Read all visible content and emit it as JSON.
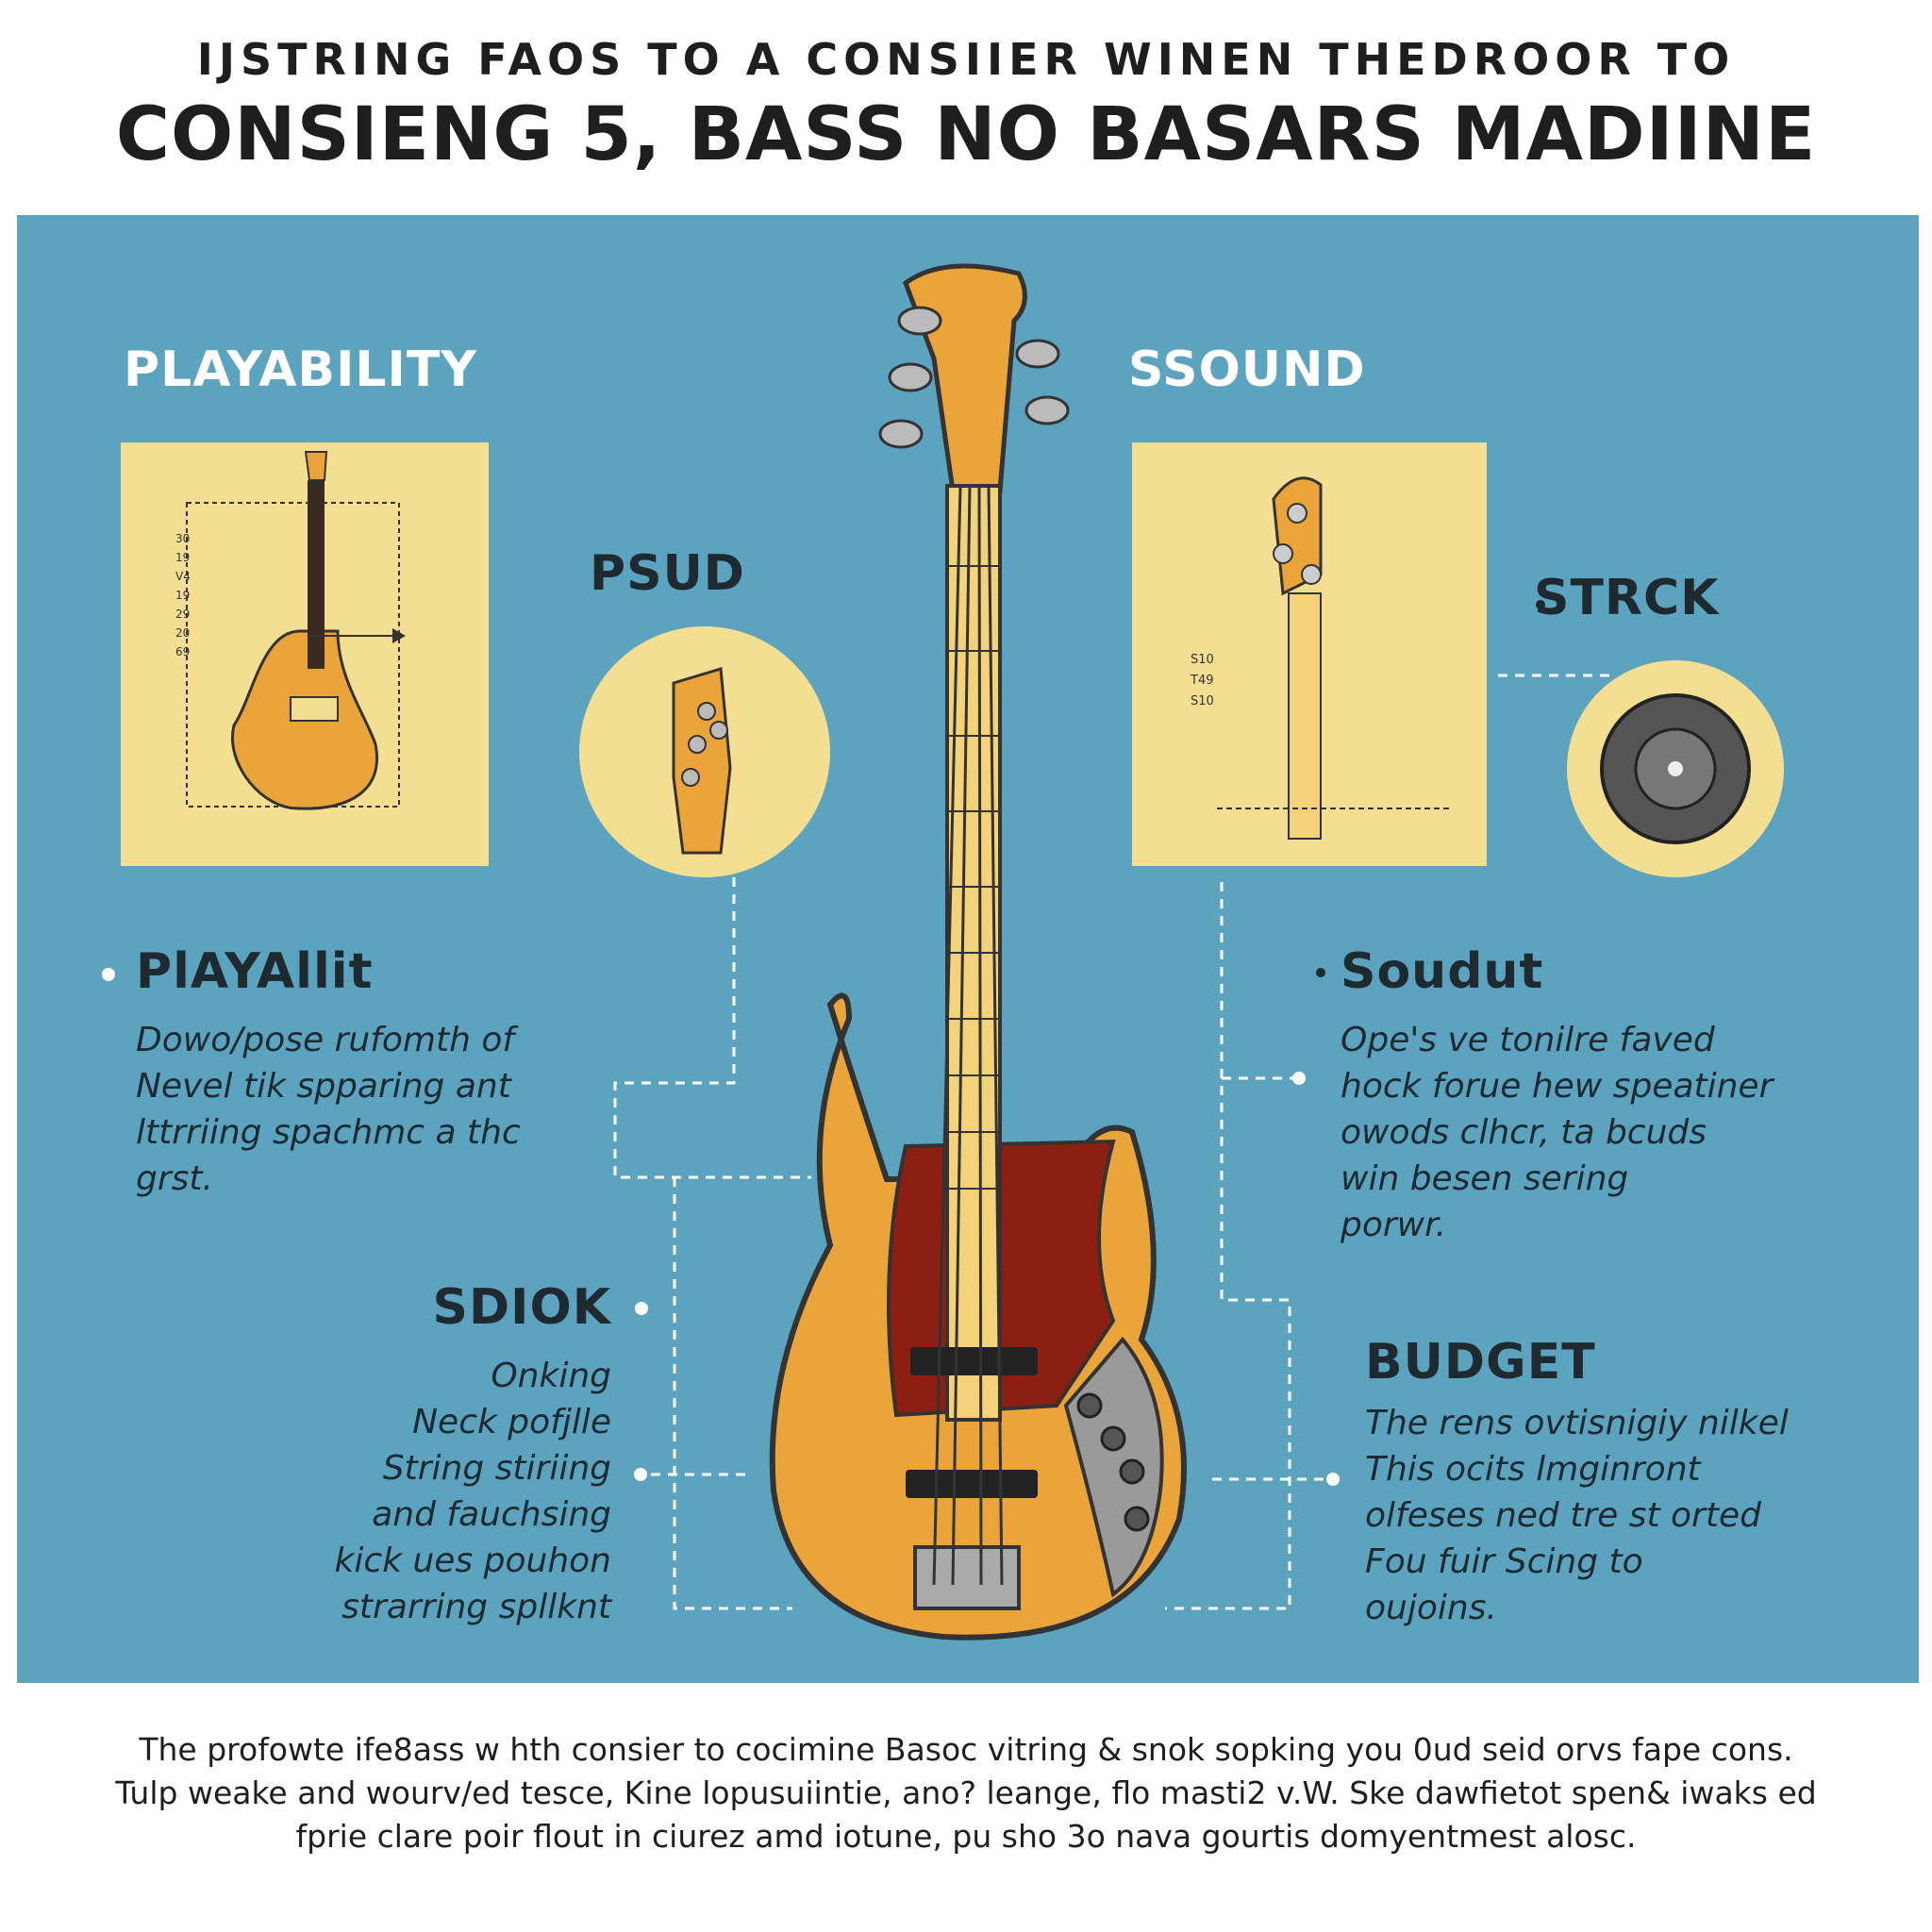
{
  "title": {
    "line1": "IJSTRING FAOS TO A CONSIIER WINEN THEDROOR TO",
    "line2": "CONSIENG 5, BASS NO BASARS MADIINE"
  },
  "sections": {
    "playability_top": "PLAYABILITY",
    "sound_top": "SSOUND",
    "psud": "PSUD",
    "strck": "STRCK",
    "playability": {
      "heading": "PlAYAllit",
      "lines": [
        "Dowo/pose rufomth of",
        "Nevel tik spparing ant",
        "lttrriing spachmc a thc",
        "grst."
      ]
    },
    "sound": {
      "heading": "Soudut",
      "lines": [
        "Ope's ve tonilre faved",
        "hock forue hew speatiner",
        "owods clhcr, ta bcuds",
        "win besen sering",
        "porwr."
      ]
    },
    "sdiok": {
      "heading": "SDIOK",
      "lines": [
        "Onking",
        "Neck pofjlle",
        "String stiriing",
        "and fauchsing",
        "kick ues pouhon",
        "strarring spllknt"
      ]
    },
    "budget": {
      "heading": "BUDGET",
      "lines": [
        "The rens ovtisnigiy nilkel",
        "This ocits lmginront",
        "olfeses ned tre st orted",
        "Fou fuir Scing to",
        "oujoins."
      ]
    }
  },
  "diagram_labels": {
    "playability_numbers": [
      "30",
      "19",
      "V4",
      "19",
      "29",
      "20",
      "69"
    ],
    "sound_numbers": [
      "S10",
      "T49",
      "S10"
    ]
  },
  "footer": [
    "The profowte ife8ass w hth consier to cocimine Basoc vitring & snok sopking you 0ud seid orvs fape cons.",
    "Tulp weake and wourv/ed tesce, Kine lopusuiintie, ano? leange, flo masti2 v.W. Ske dawfietot spen& iwaks ed",
    "fprie clare poir flout in ciurez amd iotune, pu sho 3o nava gourtis domyentmest alosc."
  ],
  "colors": {
    "panel": "#5ba3be",
    "card": "#f4de92",
    "guitar_body": "#eaa43a",
    "pickguard": "#8c1f12"
  }
}
